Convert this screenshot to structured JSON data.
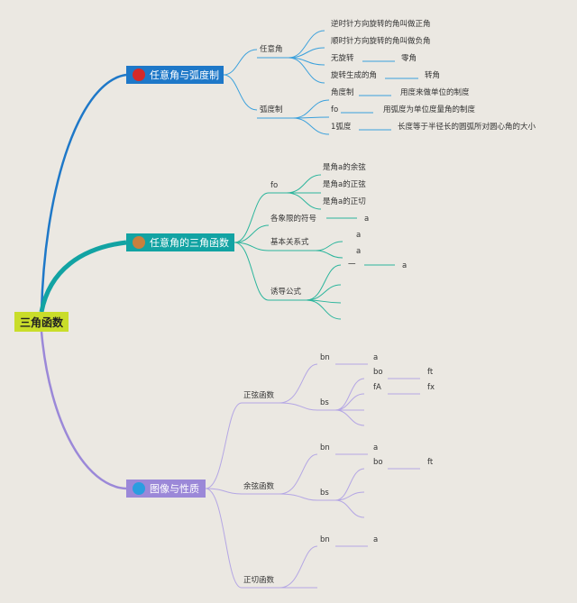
{
  "root": "三角函数",
  "branches": [
    {
      "label": "任意角与弧度制",
      "color": "#1e78c8",
      "groups": [
        {
          "label": "任意角",
          "items": [
            {
              "text": "逆时针方向旋转的角叫做正角"
            },
            {
              "text": "顺时针方向旋转的角叫做负角"
            },
            {
              "text": "无旋转",
              "sub": "零角"
            },
            {
              "text": "旋转生成的角",
              "sub": "转角"
            }
          ]
        },
        {
          "label": "弧度制",
          "items": [
            {
              "text": "角度制",
              "sub": "用度来做单位的制度"
            },
            {
              "text": "fo",
              "sub": "用弧度为单位度量角的制度"
            },
            {
              "text": "1弧度",
              "sub": "长度等于半径长的圆弧所对圆心角的大小"
            }
          ]
        }
      ]
    },
    {
      "label": "任意角的三角函数",
      "color": "#12a3a3",
      "groups": [
        {
          "label": "fo",
          "items": [
            {
              "text": "是角a的余弦"
            },
            {
              "text": "是角a的正弦"
            },
            {
              "text": "是角a的正切"
            }
          ]
        },
        {
          "label": "各象限的符号",
          "sub": "a"
        },
        {
          "label": "基本关系式",
          "items": [
            {
              "text": "a"
            },
            {
              "text": "a"
            }
          ]
        },
        {
          "label": "诱导公式",
          "items": [
            {
              "text": "一",
              "sub": "a"
            }
          ]
        }
      ]
    },
    {
      "label": "图像与性质",
      "color": "#9b88d8",
      "groups": [
        {
          "label": "正弦函数",
          "nodes": [
            {
              "text": "bn",
              "sub": "a"
            },
            {
              "text": "bs",
              "items": [
                {
                  "text": "bo",
                  "sub": "ft"
                },
                {
                  "text": "fA",
                  "sub": "fx"
                }
              ]
            }
          ]
        },
        {
          "label": "余弦函数",
          "nodes": [
            {
              "text": "bn",
              "sub": "a"
            },
            {
              "text": "bs",
              "items": [
                {
                  "text": "bo",
                  "sub": "ft"
                }
              ]
            }
          ]
        },
        {
          "label": "正切函数",
          "nodes": [
            {
              "text": "bn",
              "sub": "a"
            }
          ]
        }
      ]
    }
  ]
}
